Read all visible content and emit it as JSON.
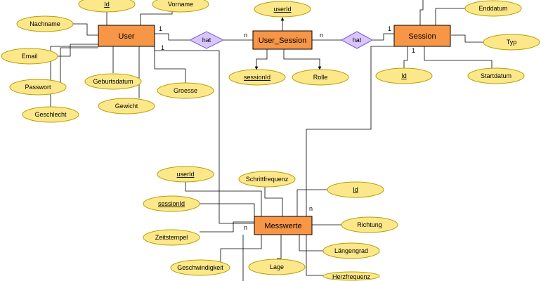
{
  "entities": {
    "user": "User",
    "user_session": "User_Session",
    "session": "Session",
    "messwerte": "Messwerte"
  },
  "relationships": {
    "hat_left": "hat",
    "hat_right": "hat"
  },
  "attributes": {
    "user_id": "Id",
    "user_vorname": "Vorname",
    "user_nachname": "Nachname",
    "user_email": "Email",
    "user_passwort": "Passwort",
    "user_geschlecht": "Geschlecht",
    "user_geburtsdatum": "Geburtsdatum",
    "user_gewicht": "Gewicht",
    "user_groesse": "Groesse",
    "us_userid": "userId",
    "us_sessionid": "sessionId",
    "us_rolle": "Rolle",
    "session_enddatum": "Enddatum",
    "session_typ": "Typ",
    "session_id": "Id",
    "session_startdatum": "Startdatum",
    "mw_userid": "userId",
    "mw_sessionid": "sessionId",
    "mw_zeitstempel": "Zeitstempel",
    "mw_schrittfrequenz": "Schrittfrequenz",
    "mw_id": "Id",
    "mw_richtung": "Richtung",
    "mw_laengengrad": "Längengrad",
    "mw_lage": "Lage",
    "mw_geschwindigkeit": "Geschwindigkeit",
    "mw_herzfrequenz": "Herzfrequenz"
  },
  "cardinalities": {
    "user_hat_left": "1",
    "us_hat_left": "n",
    "us_hat_right": "n",
    "session_hat_right": "1",
    "user_messwerte": "1",
    "session_messwerte": "1",
    "messwerte_session": "n",
    "messwerte_user": "n"
  }
}
